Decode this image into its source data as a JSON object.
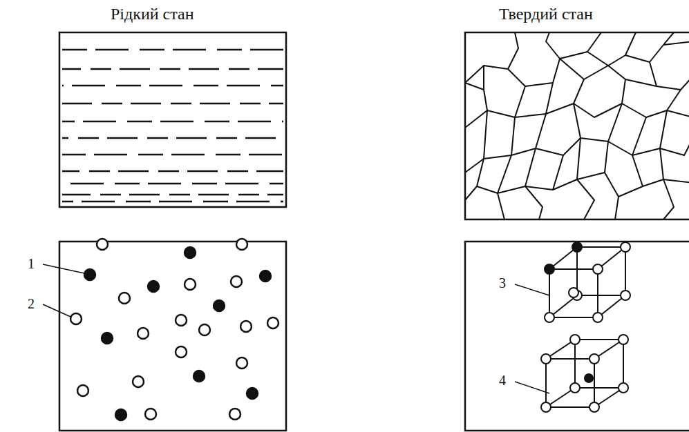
{
  "diagram": {
    "labels": [
      "Рідкий стан",
      "Твердий стан",
      "1",
      "2",
      "3",
      "4"
    ]
  }
}
